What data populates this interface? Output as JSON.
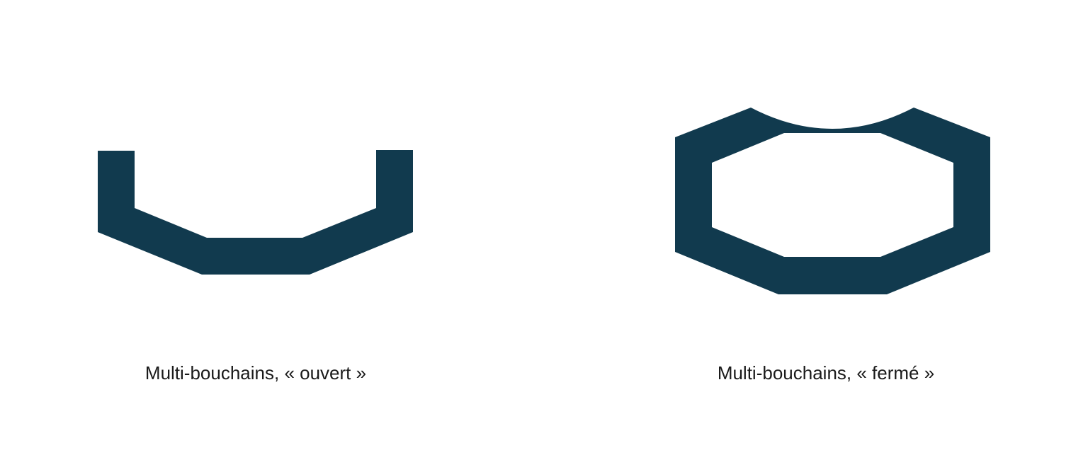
{
  "colors": {
    "background": "#ffffff",
    "shape": "#113a4e",
    "caption": "#1a1a1a"
  },
  "figures": [
    {
      "id": "open",
      "label": "Multi-bouchains, « ouvert »"
    },
    {
      "id": "closed",
      "label": "Multi-bouchains, « fermé »"
    }
  ]
}
